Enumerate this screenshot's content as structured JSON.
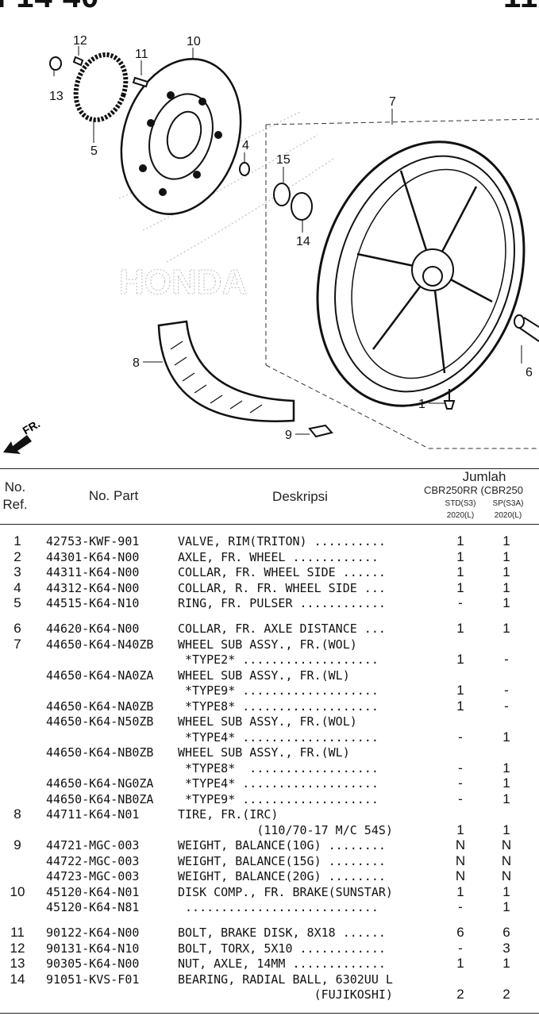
{
  "header": {
    "left_fragment": "I 14 40",
    "right_fragment": "11"
  },
  "diagram": {
    "callouts": [
      "12",
      "10",
      "11",
      "13",
      "5",
      "4",
      "15",
      "7",
      "14",
      "8",
      "6",
      "1",
      "9"
    ],
    "direction_label": "FR.",
    "watermark": "HONDA"
  },
  "table": {
    "header": {
      "ref_line1": "No.",
      "ref_line2": "Ref.",
      "part": "No. Part",
      "desc": "Deskripsi",
      "qty": "Jumlah",
      "models": "CBR250RR (CBR250",
      "std_label": "STD(S3)",
      "sp_label": "SP(S3A)",
      "std_year": "2020(L)",
      "sp_year": "2020(L)"
    },
    "rows": [
      {
        "ref": "1",
        "part": "42753-KWF-901",
        "desc": "VALVE, RIM(TRITON) ..........",
        "std": "1",
        "sp": "1"
      },
      {
        "ref": "2",
        "part": "44301-K64-N00",
        "desc": "AXLE, FR. WHEEL ............",
        "std": "1",
        "sp": "1"
      },
      {
        "ref": "3",
        "part": "44311-K64-N00",
        "desc": "COLLAR, FR. WHEEL SIDE ......",
        "std": "1",
        "sp": "1"
      },
      {
        "ref": "4",
        "part": "44312-K64-N00",
        "desc": "COLLAR, R. FR. WHEEL SIDE ...",
        "std": "1",
        "sp": "1"
      },
      {
        "ref": "5",
        "part": "44515-K64-N10",
        "desc": "RING, FR. PULSER ............",
        "std": "-",
        "sp": "1"
      },
      {
        "ref": "6",
        "part": "44620-K64-N00",
        "desc": "COLLAR, FR. AXLE DISTANCE ...",
        "std": "1",
        "sp": "1"
      },
      {
        "ref": "7",
        "part": "44650-K64-N40ZB",
        "desc": "WHEEL SUB ASSY., FR.(WOL)",
        "std": "",
        "sp": ""
      },
      {
        "ref": "",
        "part": "",
        "desc": " *TYPE2* ...................",
        "std": "1",
        "sp": "-"
      },
      {
        "ref": "",
        "part": "44650-K64-NA0ZA",
        "desc": "WHEEL SUB ASSY., FR.(WL)",
        "std": "",
        "sp": ""
      },
      {
        "ref": "",
        "part": "",
        "desc": " *TYPE9* ...................",
        "std": "1",
        "sp": "-"
      },
      {
        "ref": "",
        "part": "44650-K64-NA0ZB",
        "desc": " *TYPE8* ...................",
        "std": "1",
        "sp": "-"
      },
      {
        "ref": "",
        "part": "44650-K64-N50ZB",
        "desc": "WHEEL SUB ASSY., FR.(WOL)",
        "std": "",
        "sp": ""
      },
      {
        "ref": "",
        "part": "",
        "desc": " *TYPE4* ...................",
        "std": "-",
        "sp": "1"
      },
      {
        "ref": "",
        "part": "44650-K64-NB0ZB",
        "desc": "WHEEL SUB ASSY., FR.(WL)",
        "std": "",
        "sp": ""
      },
      {
        "ref": "",
        "part": "",
        "desc": " *TYPE8*  ..................",
        "std": "-",
        "sp": "1"
      },
      {
        "ref": "",
        "part": "44650-K64-NG0ZA",
        "desc": " *TYPE4* ...................",
        "std": "-",
        "sp": "1"
      },
      {
        "ref": "",
        "part": "44650-K64-NB0ZA",
        "desc": " *TYPE9* ...................",
        "std": "-",
        "sp": "1"
      },
      {
        "ref": "8",
        "part": "44711-K64-N01",
        "desc": "TIRE, FR.(IRC)",
        "std": "",
        "sp": ""
      },
      {
        "ref": "",
        "part": "",
        "desc": "           (110/70-17 M/C 54S)",
        "std": "1",
        "sp": "1"
      },
      {
        "ref": "9",
        "part": "44721-MGC-003",
        "desc": "WEIGHT, BALANCE(10G) ........",
        "std": "N",
        "sp": "N"
      },
      {
        "ref": "",
        "part": "44722-MGC-003",
        "desc": "WEIGHT, BALANCE(15G) ........",
        "std": "N",
        "sp": "N"
      },
      {
        "ref": "",
        "part": "44723-MGC-003",
        "desc": "WEIGHT, BALANCE(20G) ........",
        "std": "N",
        "sp": "N"
      },
      {
        "ref": "10",
        "part": "45120-K64-N01",
        "desc": "DISK COMP., FR. BRAKE(SUNSTAR)",
        "std": "1",
        "sp": "1"
      },
      {
        "ref": "",
        "part": "45120-K64-N81",
        "desc": " ...........................",
        "std": "-",
        "sp": "1"
      },
      {
        "ref": "11",
        "part": "90122-K64-N00",
        "desc": "BOLT, BRAKE DISK, 8X18 ......",
        "std": "6",
        "sp": "6"
      },
      {
        "ref": "12",
        "part": "90131-K64-N10",
        "desc": "BOLT, TORX, 5X10 ............",
        "std": "-",
        "sp": "3"
      },
      {
        "ref": "13",
        "part": "90305-K64-N00",
        "desc": "NUT, AXLE, 14MM .............",
        "std": "1",
        "sp": "1"
      },
      {
        "ref": "14",
        "part": "91051-KVS-F01",
        "desc": "BEARING, RADIAL BALL, 6302UU L",
        "std": "",
        "sp": ""
      },
      {
        "ref": "",
        "part": "",
        "desc": "                   (FUJIKOSHI)",
        "std": "2",
        "sp": "2"
      }
    ]
  }
}
